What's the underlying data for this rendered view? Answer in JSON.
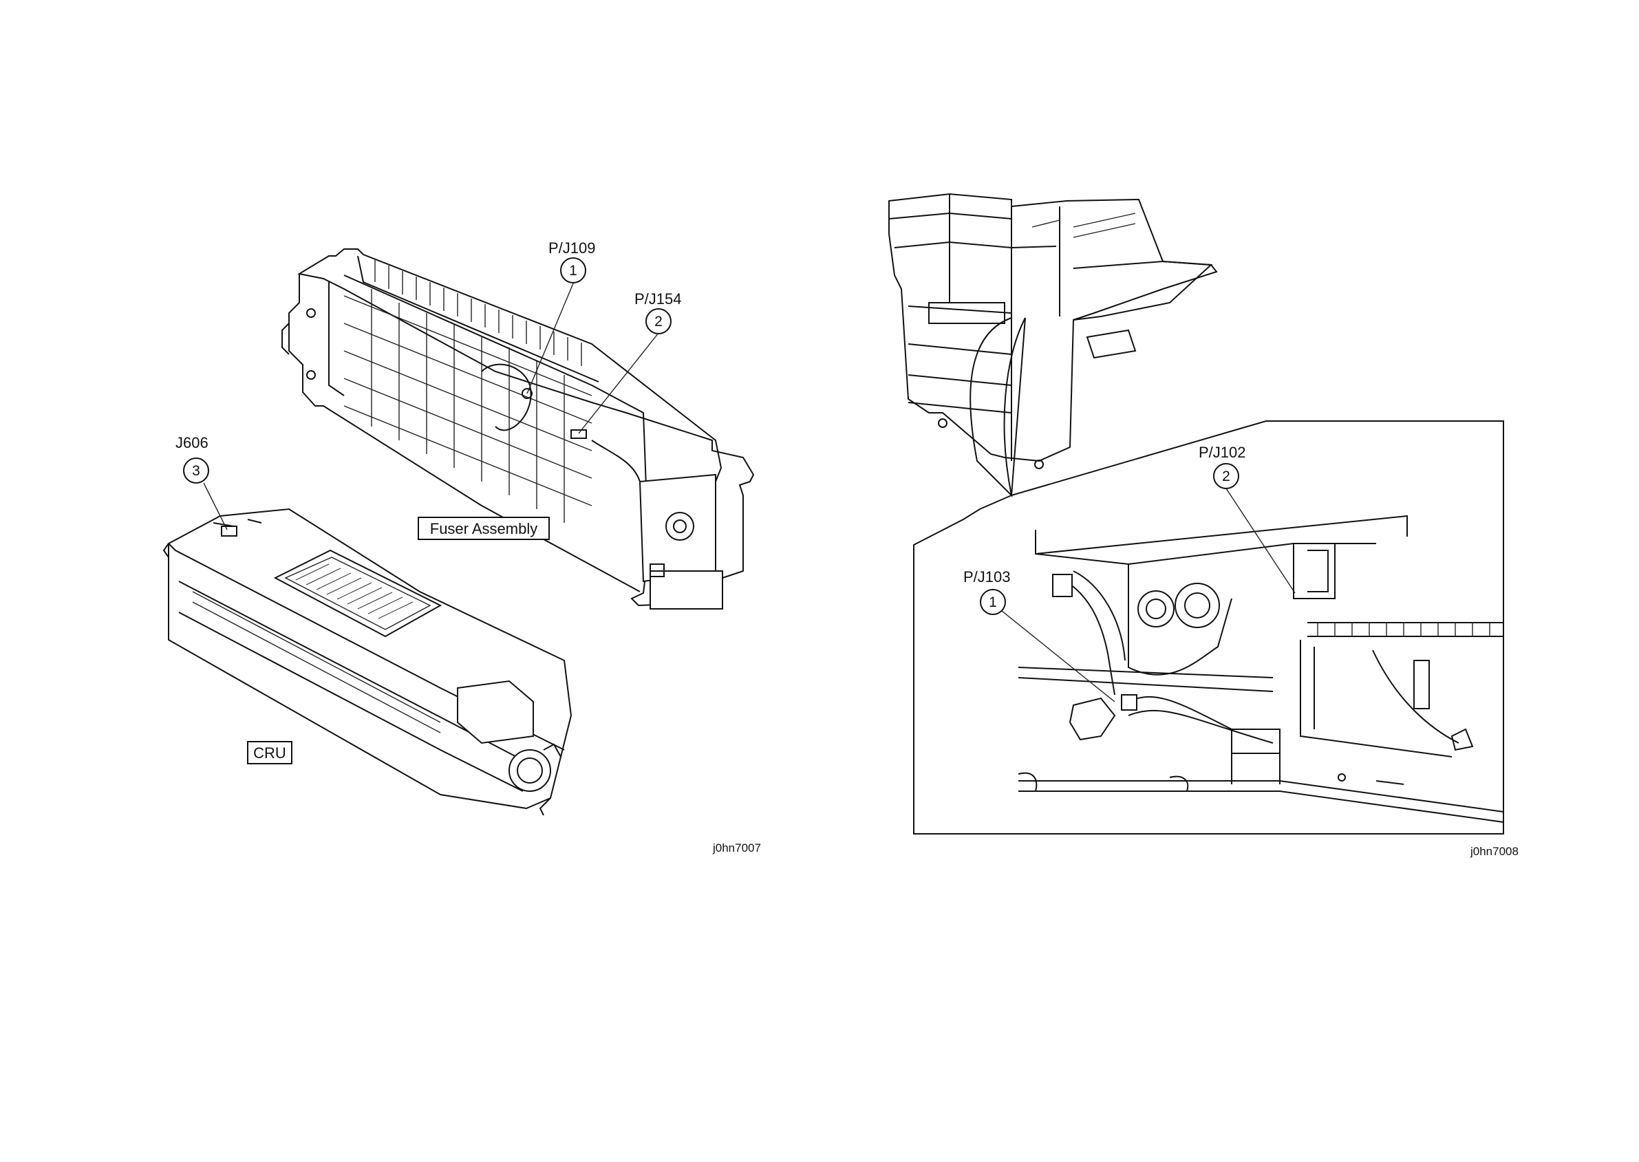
{
  "left_figure": {
    "callouts": [
      {
        "connector": "P/J109",
        "number": "1"
      },
      {
        "connector": "P/J154",
        "number": "2"
      },
      {
        "connector": "J606",
        "number": "3"
      }
    ],
    "part_labels": {
      "fuser": "Fuser Assembly",
      "cru": "CRU"
    },
    "figure_id": "j0hn7007"
  },
  "right_figure": {
    "callouts": [
      {
        "connector": "P/J102",
        "number": "2"
      },
      {
        "connector": "P/J103",
        "number": "1"
      }
    ],
    "figure_id": "j0hn7008"
  }
}
